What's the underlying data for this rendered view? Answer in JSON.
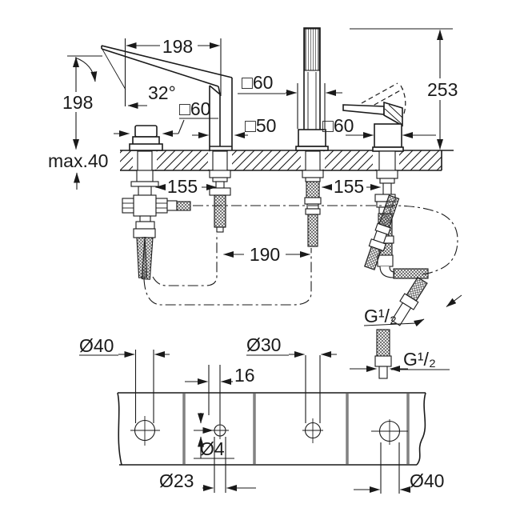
{
  "drawing": {
    "type": "installation-dimension-drawing",
    "views": [
      "side-elevation-with-below-deck-hoses",
      "deck-plan-with-drill-holes"
    ],
    "colors": {
      "line": "#1a1a1a",
      "plank_joint": "#828282",
      "background": "#ffffff"
    }
  },
  "labels": {
    "dim198h": "198",
    "dim32deg": "32°",
    "dim198v": "198",
    "dim253": "253",
    "sq60_1": "□60",
    "sq60_2": "□60",
    "sq50": "□50",
    "sq60_3": "□60",
    "max40": "max.40",
    "dim155_1": "155",
    "dim155_2": "155",
    "dim190": "190",
    "g12_1": "G¹/₂",
    "g12_2": "G¹/₂",
    "d40_1": "Ø40",
    "d30": "Ø30",
    "dim16": "16",
    "d4": "Ø4",
    "d23": "Ø23",
    "d40_2": "Ø40"
  }
}
